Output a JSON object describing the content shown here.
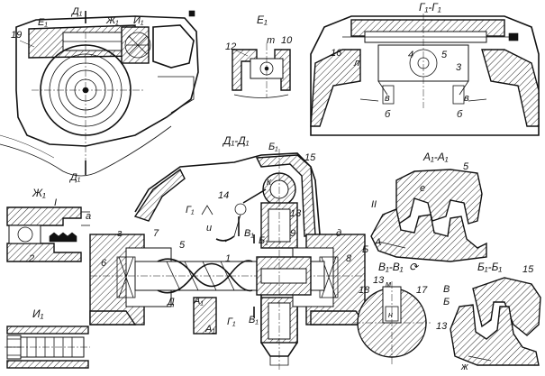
{
  "views": {
    "main": {
      "marker_d1_top": "Д₁",
      "marker_d1_bottom": "Д₁",
      "marker_e1": "Е₁",
      "marker_zh1": "Ж₁",
      "marker_i1": "И₁",
      "part_19": "19"
    },
    "e1_detail": {
      "title": "Е₁",
      "part_12": "12",
      "part_10": "10",
      "label_m": "m"
    },
    "g1_section": {
      "title": "Г₁-Г₁",
      "part_16": "16",
      "part_4": "4",
      "part_5": "5",
      "part_3": "3",
      "label_l": "л",
      "label_v_left": "в",
      "label_v_right": "в",
      "label_b_left": "б",
      "label_b_right": "б"
    },
    "zh1_detail": {
      "title": "Ж₁",
      "label_I": "I",
      "label_a": "а",
      "part_2": "2"
    },
    "i1_detail": {
      "title": "И₁"
    },
    "d1_section": {
      "title": "Д₁-Д₁",
      "marker_b1_top": "Б₁",
      "part_15": "15",
      "label_k": "к",
      "part_14": "14",
      "marker_g1": "Г₁",
      "part_13": "13",
      "label_g": "г",
      "part_7": "7",
      "label_u": "и",
      "part_5": "5",
      "marker_v1_top": "В₁",
      "marker_b1_mid": "Б₁",
      "part_9": "9",
      "label_d_right": "д",
      "part_6": "6",
      "part_1": "1",
      "part_8": "8",
      "label_D": "Д",
      "marker_a1_left": "А₁",
      "marker_a1_bottom": "А₁",
      "marker_g1_bottom": "Г₁",
      "marker_v1_bottom": "В₁"
    },
    "a1_section": {
      "title": "А₁-А₁",
      "part_5": "5",
      "label_e": "е",
      "label_II": "II",
      "label_A": "А",
      "label_B": "Б"
    },
    "v1_section": {
      "title": "В₁-В₁",
      "rotate_glyph": "⟳",
      "part_18": "18",
      "part_13": "13",
      "label_m": "м",
      "part_17": "17",
      "label_n": "н"
    },
    "b1_section": {
      "title": "Б₁-Б₁",
      "part_15": "15",
      "label_V": "В",
      "label_B": "Б",
      "part_13": "13",
      "label_zh": "ж"
    }
  }
}
